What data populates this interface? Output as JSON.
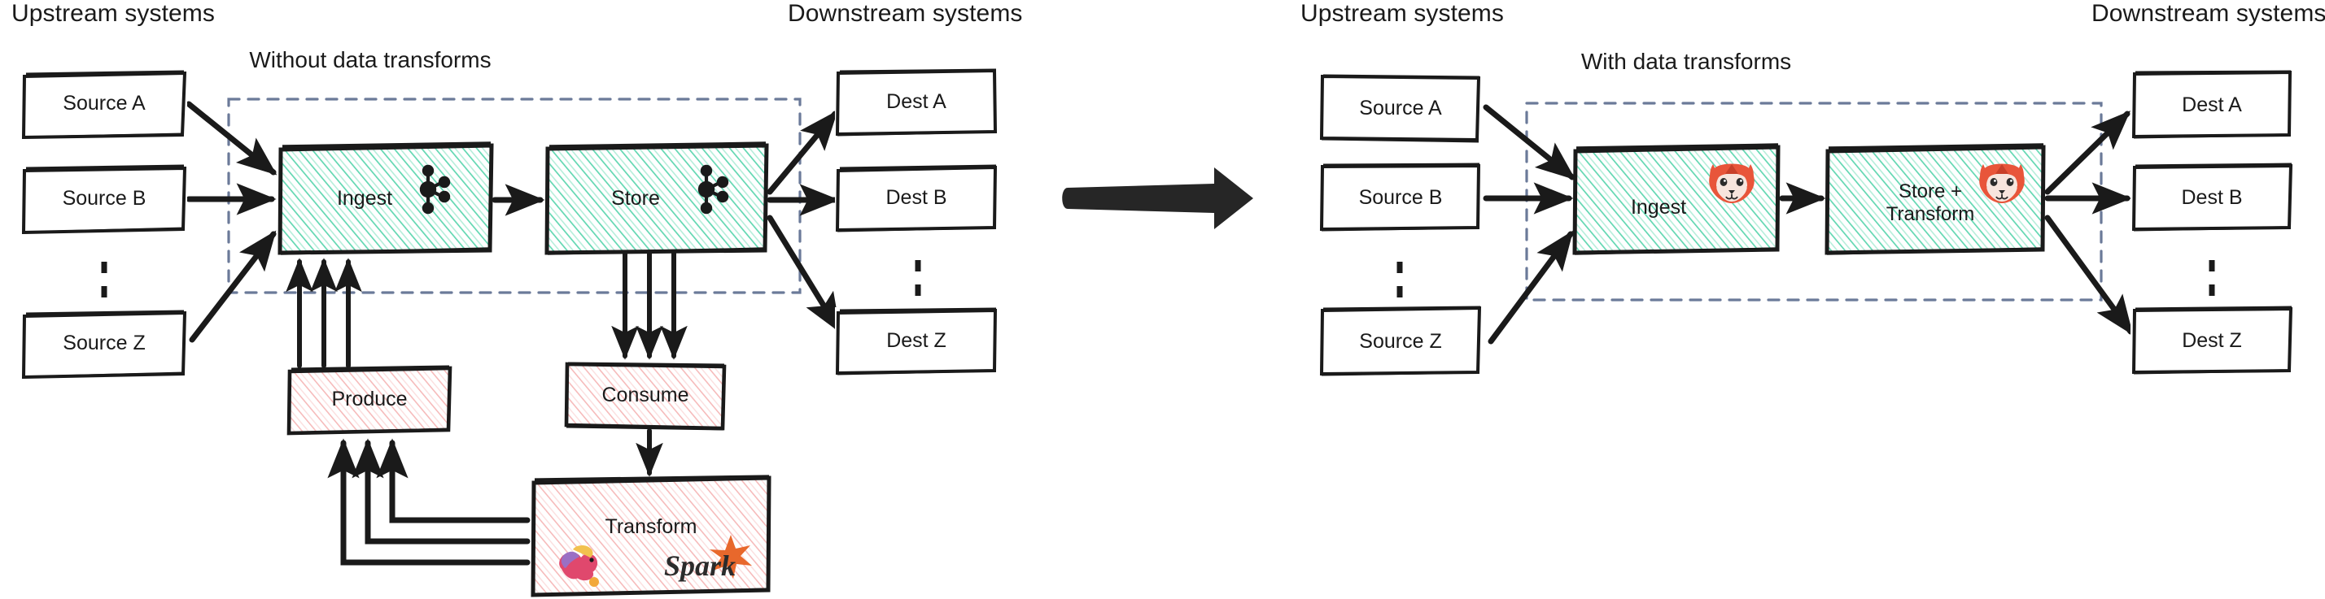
{
  "diagram": {
    "kind": "architecture-comparison",
    "background": "#ffffff",
    "accent_teal": "#3ecfa0",
    "accent_pink": "#f2a2a2",
    "dashed_border_color": "#6b7a99",
    "stroke_color": "#1a1a1a",
    "transition_arrow": "big-right-arrow"
  },
  "left_panel": {
    "title": "Without data transforms",
    "upstream_header": "Upstream systems",
    "downstream_header": "Downstream systems",
    "sources": [
      {
        "label": "Source A"
      },
      {
        "label": "Source B"
      },
      {
        "label": "Source Z"
      }
    ],
    "source_ellipsis": "vertical-dots",
    "destinations": [
      {
        "label": "Dest A"
      },
      {
        "label": "Dest B"
      },
      {
        "label": "Dest Z"
      }
    ],
    "dest_ellipsis": "vertical-dots",
    "pipeline": [
      {
        "label": "Ingest",
        "fill": "teal",
        "logo": "apache-kafka-logo"
      },
      {
        "label": "Store",
        "fill": "teal",
        "logo": "apache-kafka-logo"
      }
    ],
    "external": [
      {
        "label": "Produce",
        "fill": "pink",
        "logo": null
      },
      {
        "label": "Consume",
        "fill": "pink",
        "logo": null
      },
      {
        "label": "Transform",
        "fill": "pink",
        "logo": "apache-flink-logo,apache-spark-logo"
      }
    ],
    "spark_wordmark": "Spark"
  },
  "right_panel": {
    "title": "With data transforms",
    "upstream_header": "Upstream systems",
    "downstream_header": "Downstream systems",
    "sources": [
      {
        "label": "Source A"
      },
      {
        "label": "Source B"
      },
      {
        "label": "Source Z"
      }
    ],
    "source_ellipsis": "vertical-dots",
    "destinations": [
      {
        "label": "Dest A"
      },
      {
        "label": "Dest B"
      },
      {
        "label": "Dest Z"
      }
    ],
    "dest_ellipsis": "vertical-dots",
    "pipeline": [
      {
        "label": "Ingest",
        "fill": "teal",
        "logo": "redpanda-logo"
      },
      {
        "label": "Store +\nTransform",
        "fill": "teal",
        "logo": "redpanda-logo"
      }
    ]
  }
}
